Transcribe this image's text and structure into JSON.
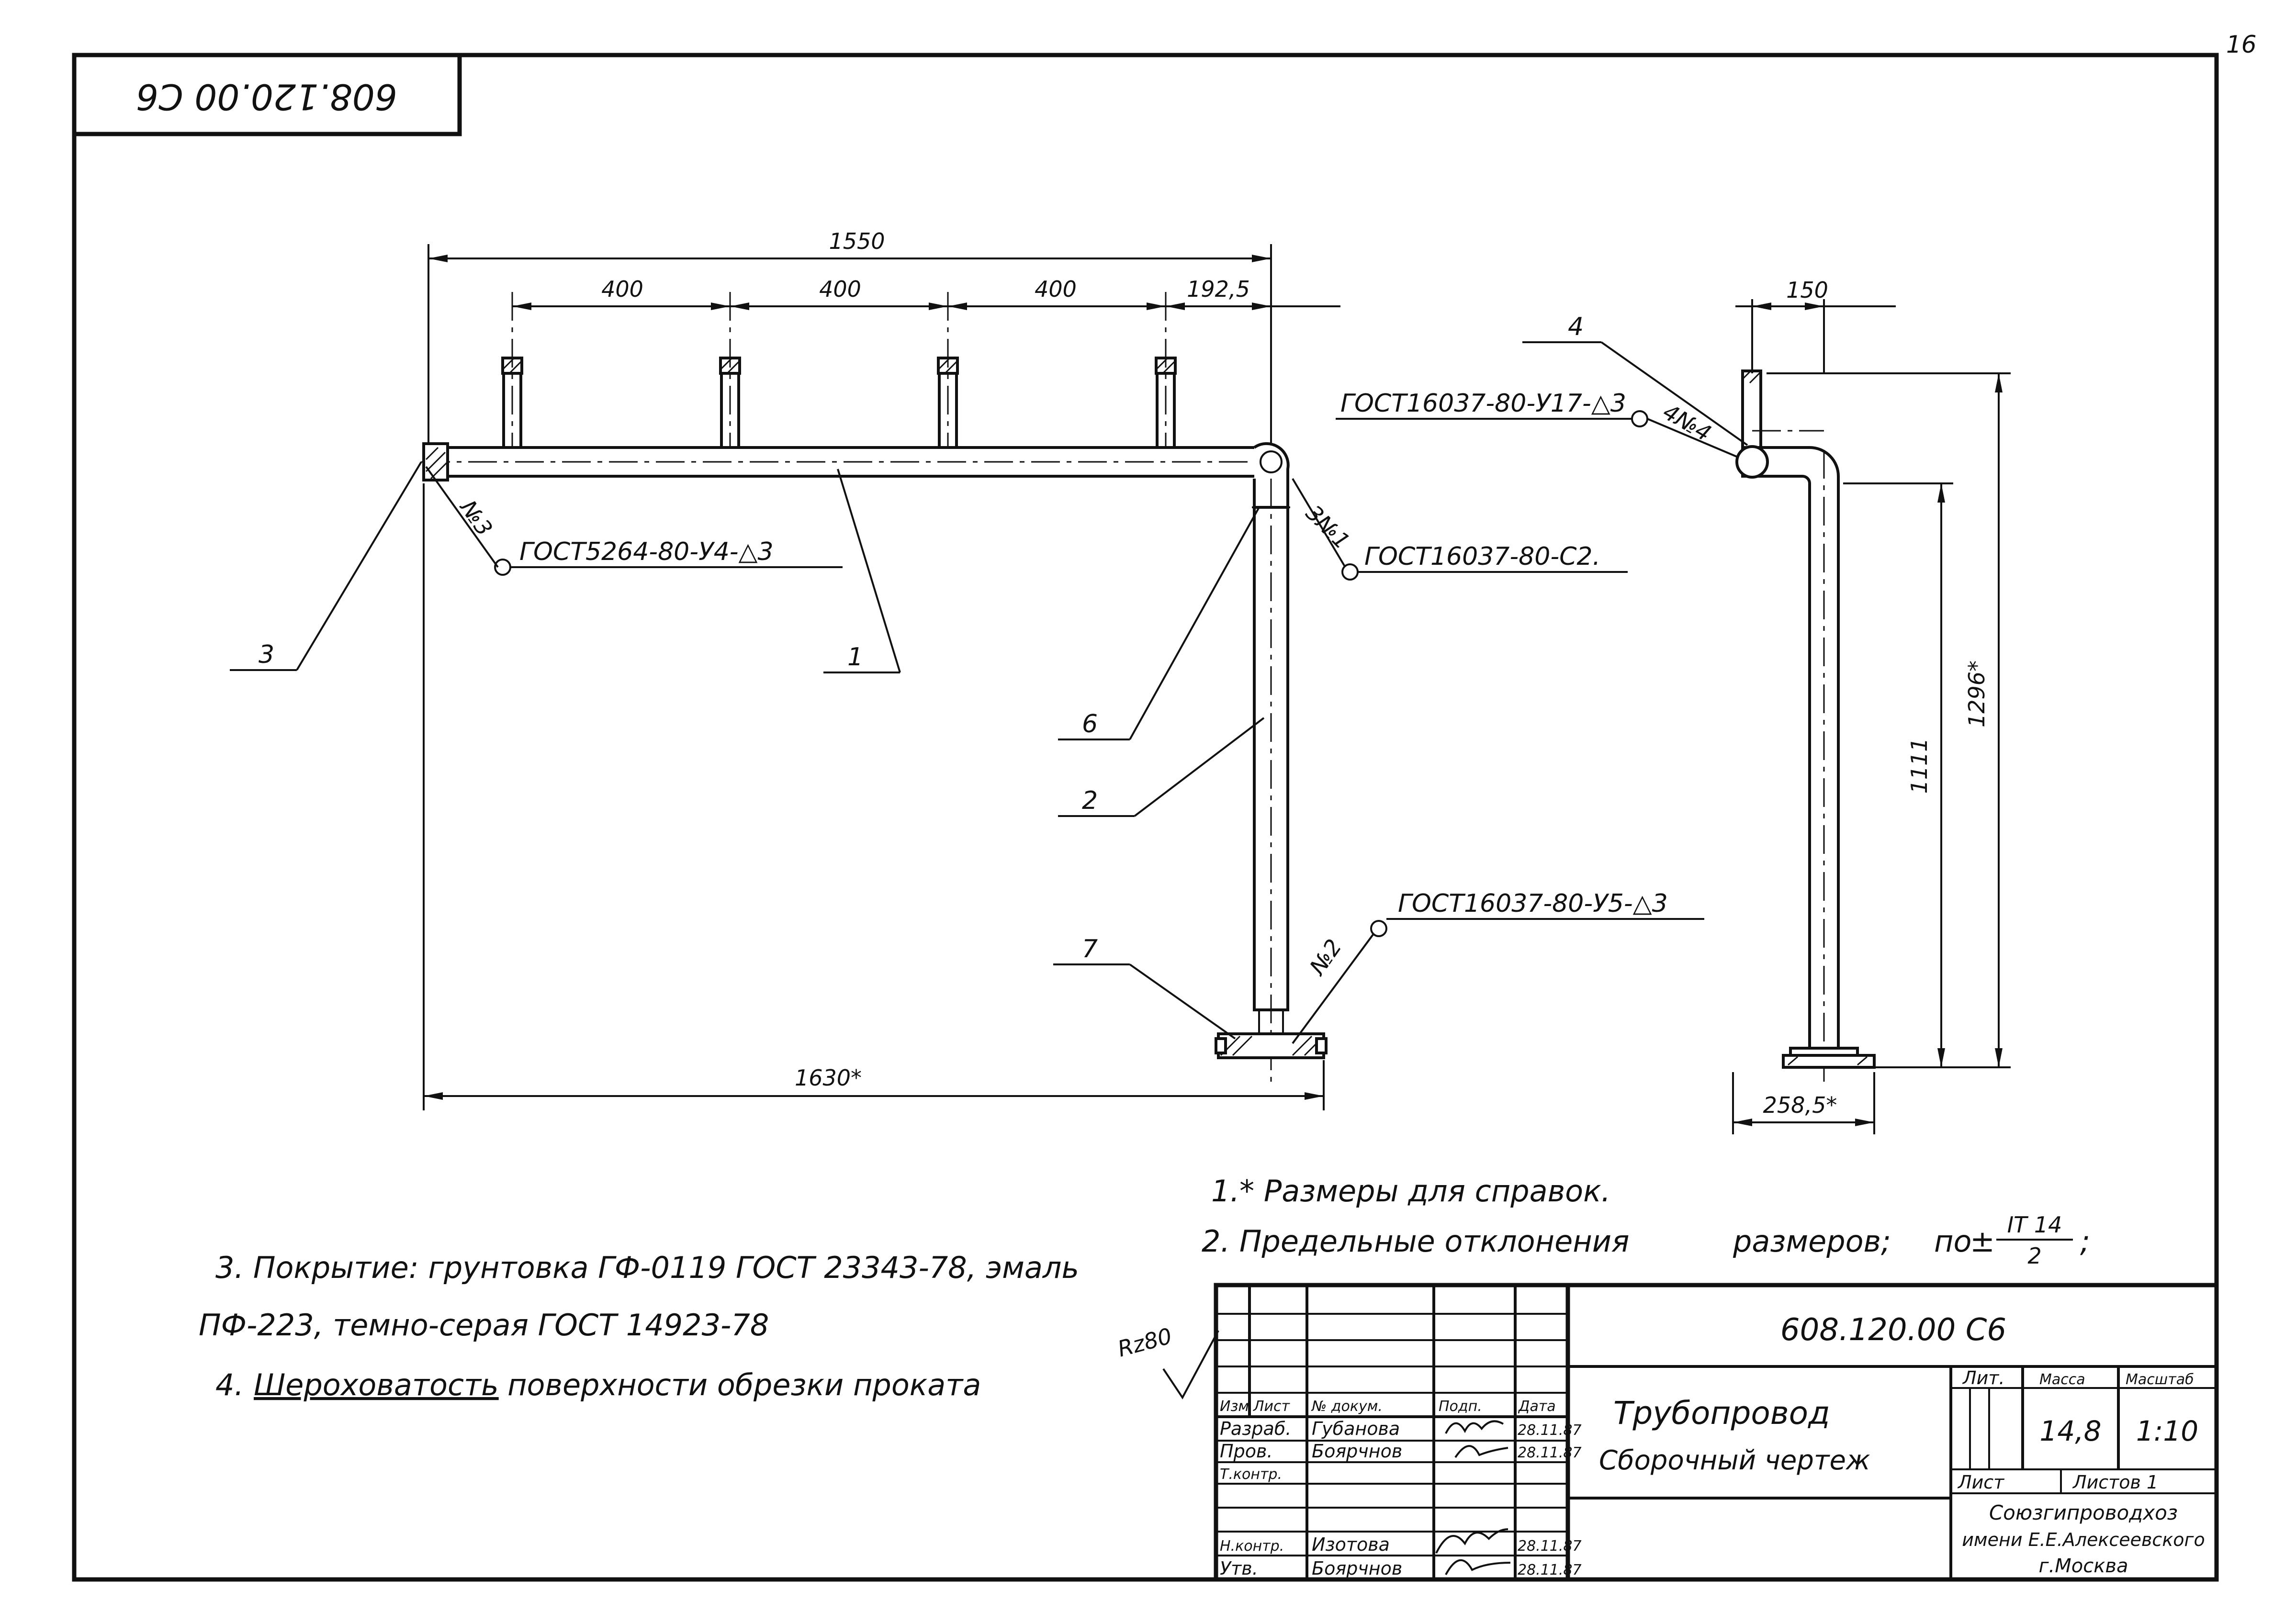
{
  "sheet": {
    "page_number": "16",
    "stamp_code": "608.120.00 C6"
  },
  "dimensions": {
    "overall_top": "1550",
    "spacing_1": "400",
    "spacing_2": "400",
    "spacing_3": "400",
    "end_offset": "192,5",
    "overall_bottom": "1630*",
    "side_width": "150",
    "side_height_total": "1296*",
    "side_height": "1111",
    "side_base": "258,5*"
  },
  "weld_callouts": {
    "w3": {
      "code": "ГОСТ5264-80-У4-△3",
      "mark": "№3"
    },
    "w1": {
      "code": "ГОСТ16037-80-С2.",
      "mark": "3№1"
    },
    "w2": {
      "code": "ГОСТ16037-80-У5-△3",
      "mark": "№2"
    },
    "w4": {
      "code": "ГОСТ16037-80-У17-△3",
      "mark": "4№4"
    }
  },
  "parts": {
    "p1": "1",
    "p2": "2",
    "p3": "3",
    "p4": "4",
    "p6": "6",
    "p7": "7"
  },
  "notes": {
    "n1": "1.* Размеры для справок.",
    "n2a": "2.  Предельные отклонения",
    "n2b": "размеров;",
    "n2c": "по",
    "n2_pm": "±",
    "n2_num": "IT 14",
    "n2_den": "2",
    "n2_end": ";",
    "n3a": "3. Покрытие:  грунтовка  ГФ-0119 ГОСТ 23343-78, эмаль",
    "n3b": "ПФ-223,  темно-серая  ГОСТ 14923-78",
    "n4a": "4.",
    "n4b": "Шероховатость",
    "n4c": "поверхности  обрезки  проката",
    "roughness": "Rz80"
  },
  "title_block": {
    "designation": "608.120.00 С6",
    "name_line1": "Трубопровод",
    "name_line2": "Сборочный чертеж",
    "hdr_izm": "Изм",
    "hdr_list": "Лист",
    "hdr_doc": "№ докум.",
    "hdr_podp": "Подп.",
    "hdr_data": "Дата",
    "role_razrab": "Разраб.",
    "name_razrab": "Губанова",
    "date_razrab": "28.11.87",
    "role_prov": "Пров.",
    "name_prov": "Боярчнов",
    "date_prov": "28.11.87",
    "role_tkontr": "Т.контр.",
    "role_nkontr": "Н.контр.",
    "name_nkontr": "Изотова",
    "date_nkontr": "28.11.87",
    "role_utv": "Утв.",
    "name_utv": "Боярчнов",
    "date_utv": "28.11.87",
    "lit_label": "Лит.",
    "mass_label": "Масса",
    "scale_label": "Масштаб",
    "mass": "14,8",
    "scale": "1:10",
    "sheet_label": "Лист",
    "sheets_label": "Листов 1",
    "org_line1": "Союзгипроводхоз",
    "org_line2": "имени Е.Е.Алексеевского",
    "org_line3": "г.Москва"
  }
}
